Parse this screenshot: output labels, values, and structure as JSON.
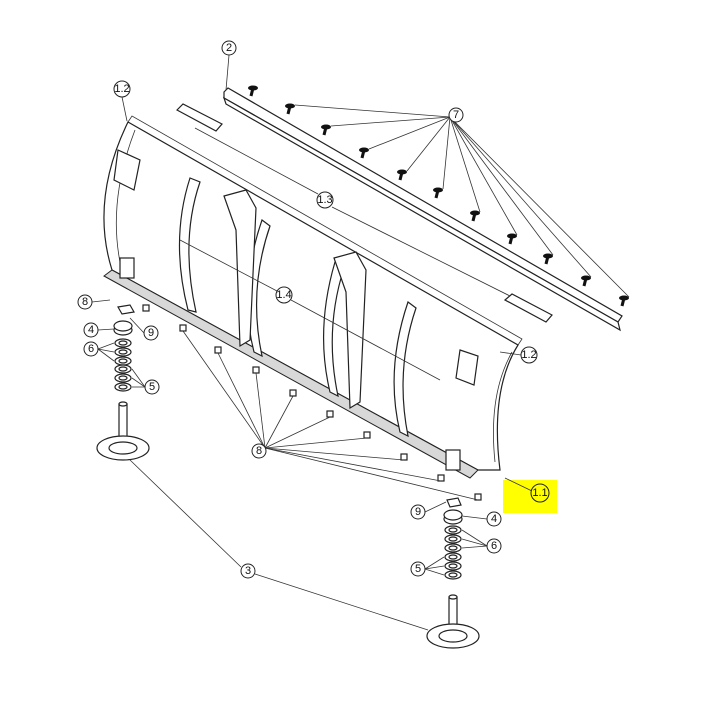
{
  "diagram": {
    "highlight_color": "#ffff00",
    "callouts": [
      {
        "label": "2"
      },
      {
        "label": "1.2"
      },
      {
        "label": "7"
      },
      {
        "label": "1.3"
      },
      {
        "label": "1.4"
      },
      {
        "label": "1.2"
      },
      {
        "label": "8"
      },
      {
        "label": "9"
      },
      {
        "label": "4"
      },
      {
        "label": "6"
      },
      {
        "label": "5"
      },
      {
        "label": "8"
      },
      {
        "label": "1.1"
      },
      {
        "label": "9"
      },
      {
        "label": "4"
      },
      {
        "label": "6"
      },
      {
        "label": "5"
      },
      {
        "label": "3"
      }
    ]
  }
}
